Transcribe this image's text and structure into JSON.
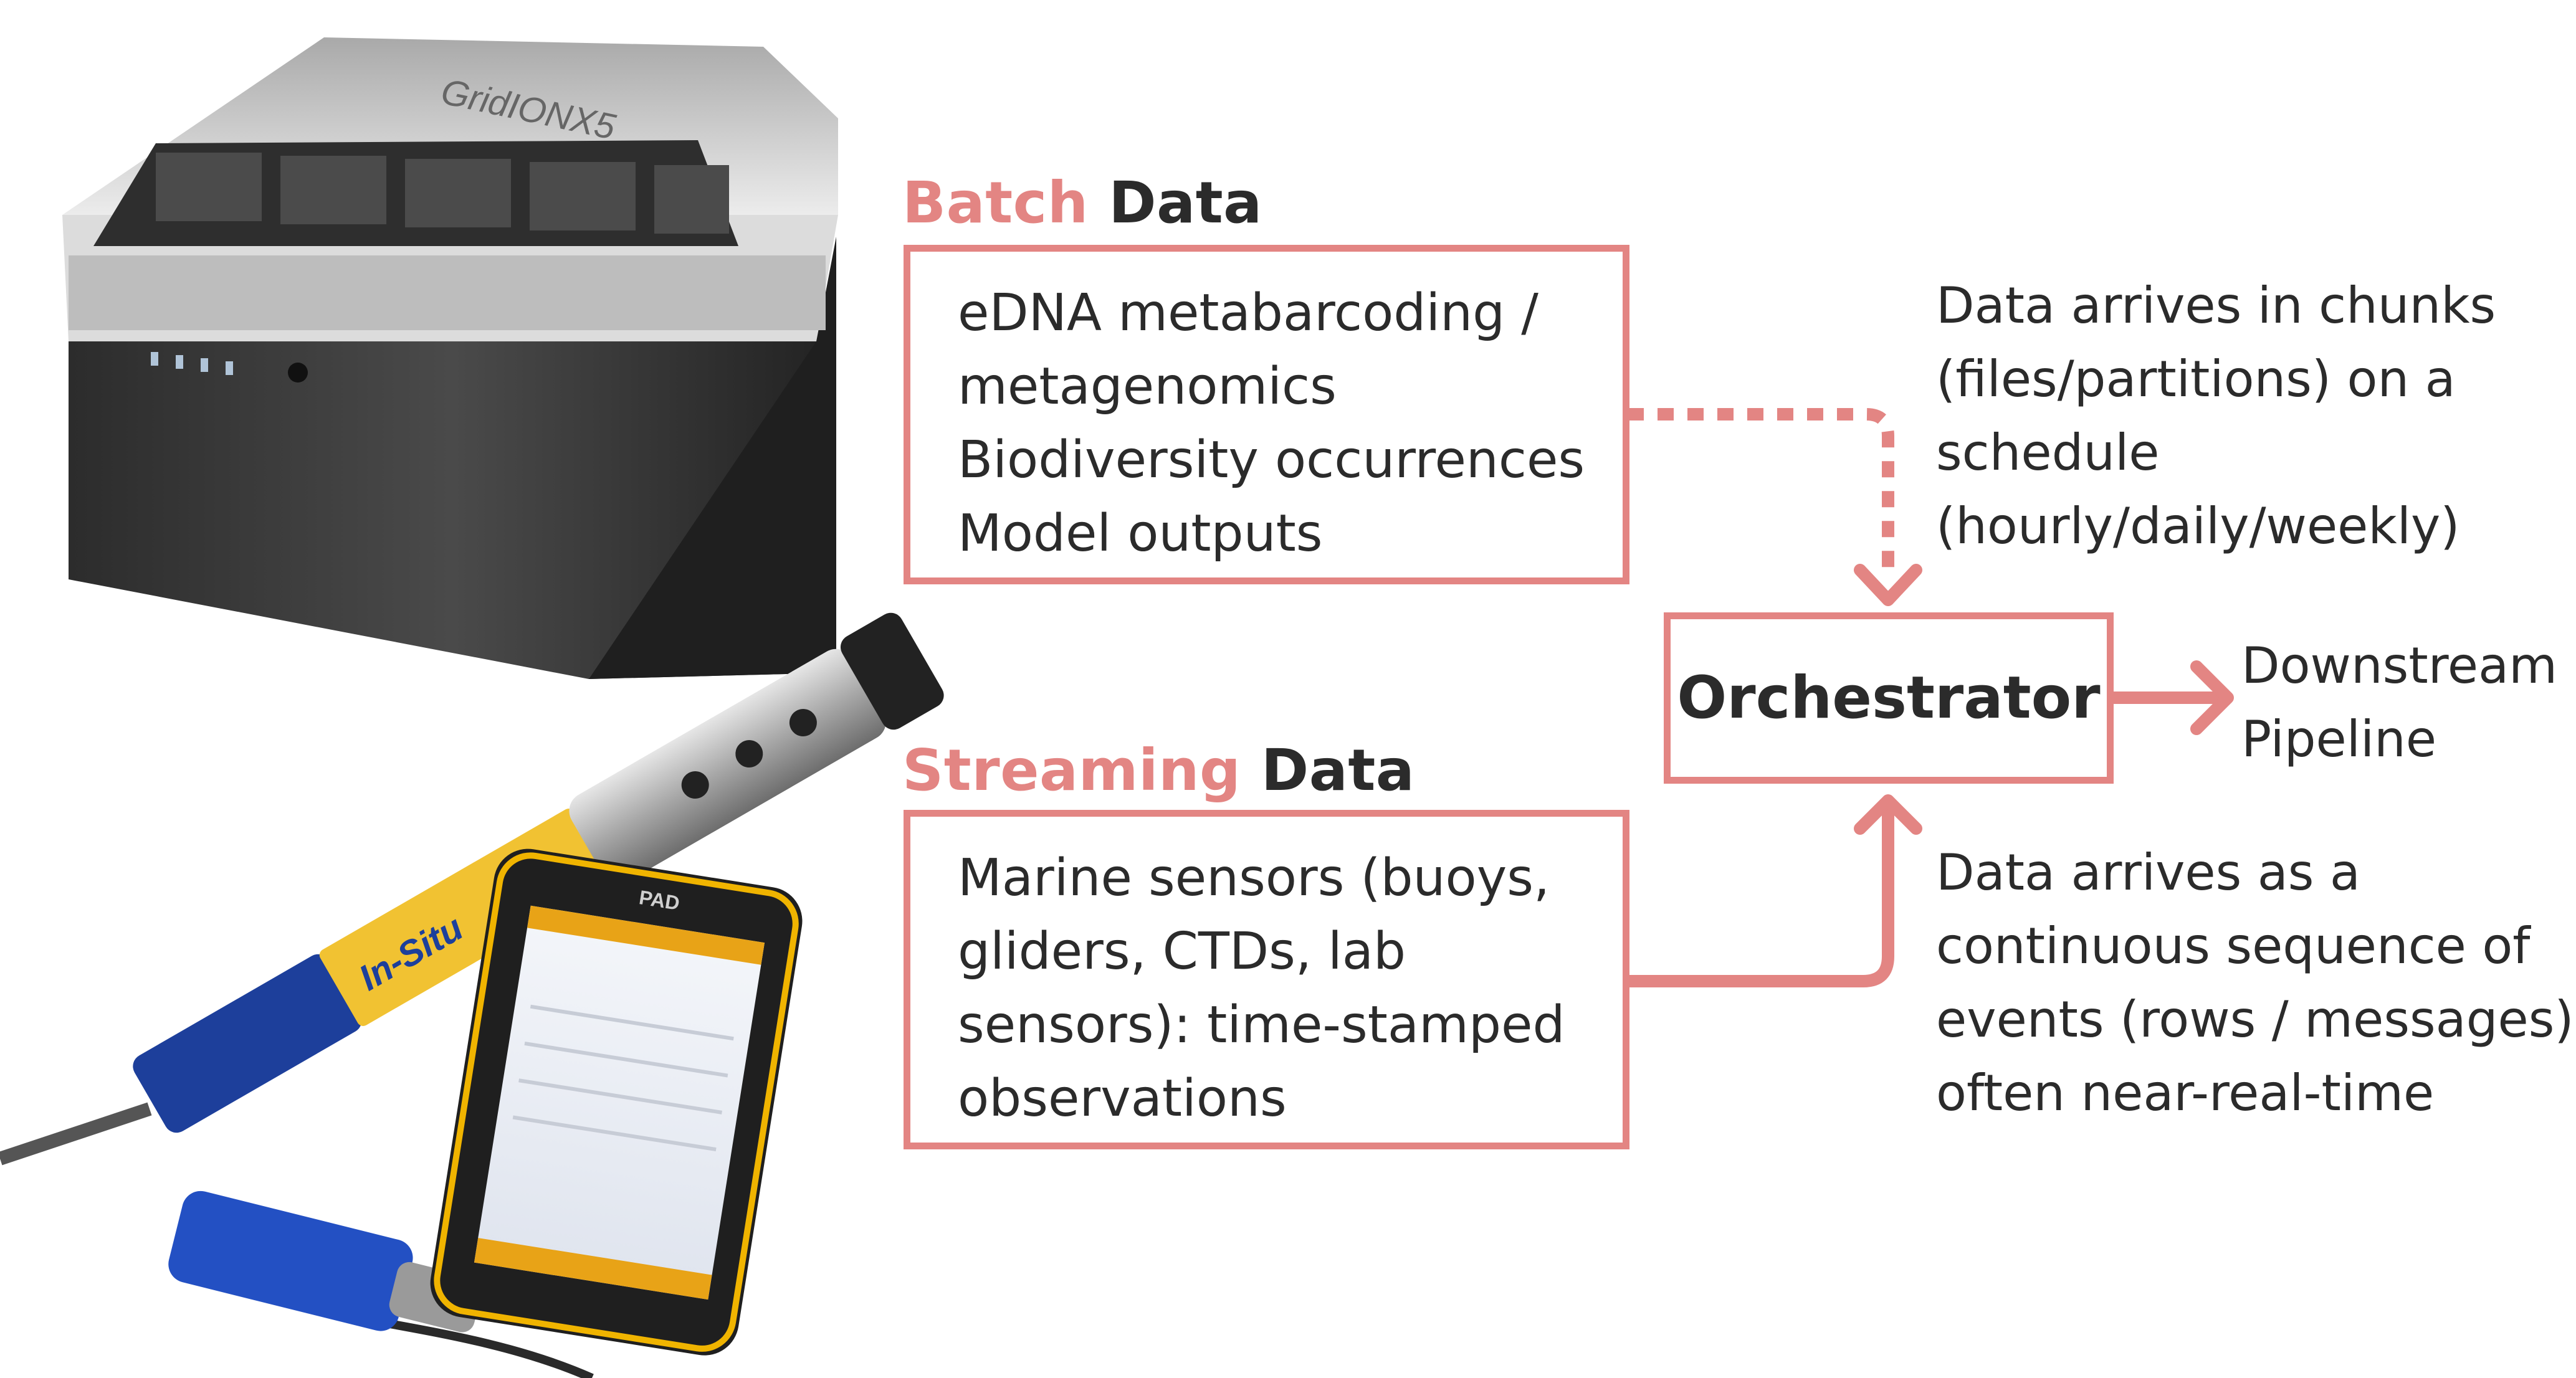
{
  "batch": {
    "title_accent": "Batch",
    "title_rest": "Data",
    "lines": [
      "eDNA metabarcoding /",
      "metagenomics",
      "Biodiversity occurrences",
      "Model outputs"
    ],
    "note_lines": [
      "Data arrives in chunks",
      "(files/partitions) on a",
      "schedule",
      "(hourly/daily/weekly)"
    ]
  },
  "streaming": {
    "title_accent": "Streaming",
    "title_rest": "Data",
    "lines": [
      "Marine sensors (buoys,",
      "gliders, CTDs, lab",
      "sensors): time-stamped",
      "observations"
    ],
    "note_lines": [
      "Data arrives as a",
      "continuous sequence of",
      "events (rows / messages),",
      "often near-real-time"
    ]
  },
  "orchestrator": {
    "label": "Orchestrator"
  },
  "downstream": {
    "lines": [
      "Downstream",
      "Pipeline"
    ]
  },
  "devices": {
    "sequencer_label": "GridION",
    "sequencer_suffix": "X5",
    "probe_label": "In-Situ",
    "tablet_label": "PAD"
  },
  "colors": {
    "accent": "#e38583",
    "text": "#2b2b2b"
  }
}
